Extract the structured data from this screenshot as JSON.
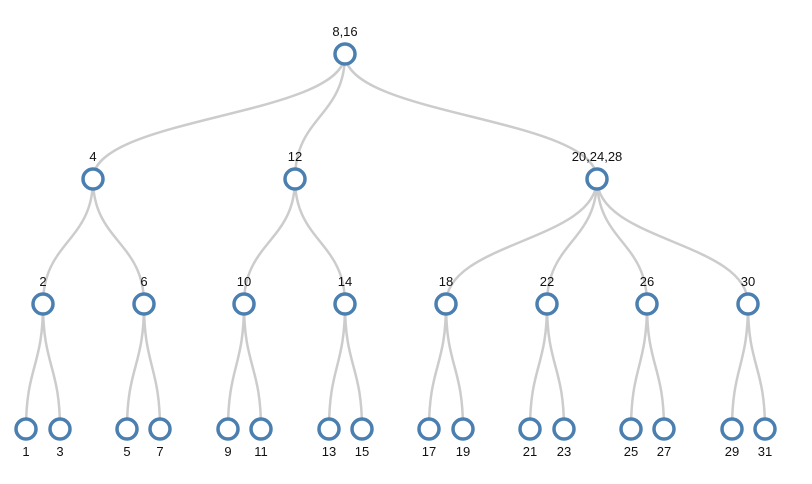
{
  "diagram": {
    "type": "tree",
    "colors": {
      "link": "#cccccc",
      "node_stroke": "#4a7fb0",
      "node_fill": "#ffffff",
      "text": "#111111"
    },
    "root": {
      "label": "8,16",
      "children": [
        {
          "label": "4",
          "children": [
            {
              "label": "2",
              "children": [
                {
                  "label": "1"
                },
                {
                  "label": "3"
                }
              ]
            },
            {
              "label": "6",
              "children": [
                {
                  "label": "5"
                },
                {
                  "label": "7"
                }
              ]
            }
          ]
        },
        {
          "label": "12",
          "children": [
            {
              "label": "10",
              "children": [
                {
                  "label": "9"
                },
                {
                  "label": "11"
                }
              ]
            },
            {
              "label": "14",
              "children": [
                {
                  "label": "13"
                },
                {
                  "label": "15"
                }
              ]
            }
          ]
        },
        {
          "label": "20,24,28",
          "children": [
            {
              "label": "18",
              "children": [
                {
                  "label": "17"
                },
                {
                  "label": "19"
                }
              ]
            },
            {
              "label": "22",
              "children": [
                {
                  "label": "21"
                },
                {
                  "label": "23"
                }
              ]
            },
            {
              "label": "26",
              "children": [
                {
                  "label": "25"
                },
                {
                  "label": "27"
                }
              ]
            },
            {
              "label": "30",
              "children": [
                {
                  "label": "29"
                },
                {
                  "label": "31"
                }
              ]
            }
          ]
        }
      ]
    }
  }
}
